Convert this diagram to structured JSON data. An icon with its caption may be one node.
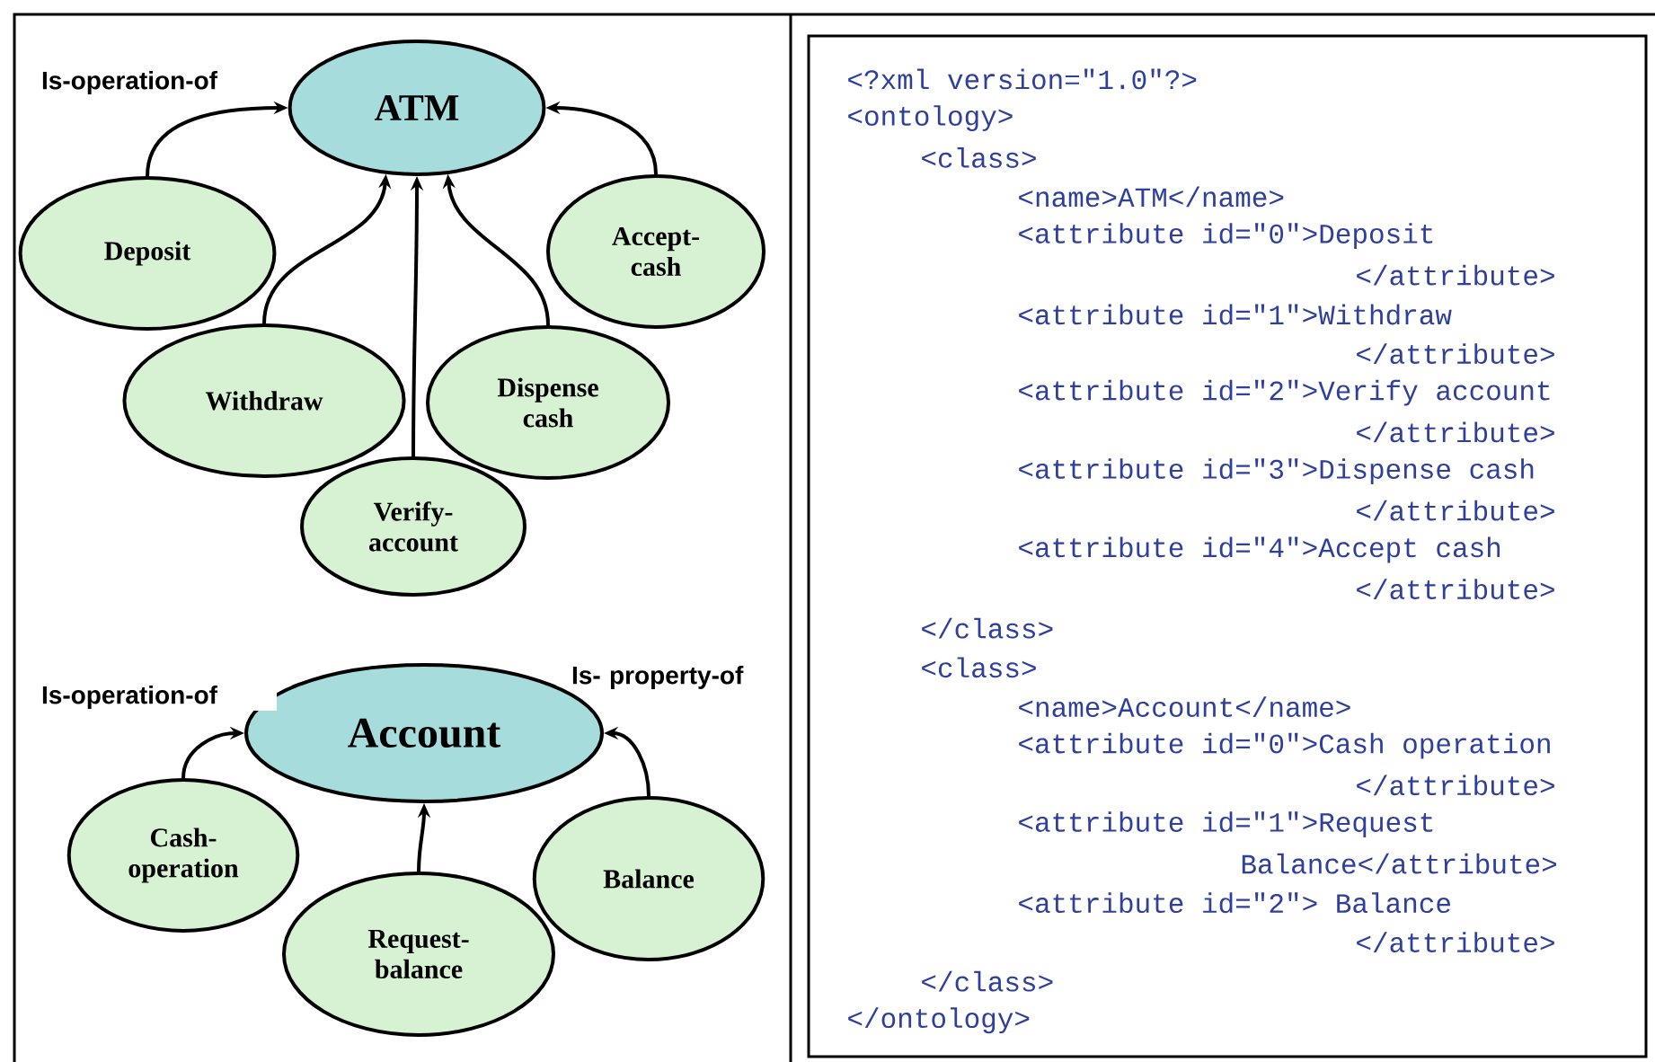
{
  "diagram": {
    "nodes": [
      {
        "text": [
          "ATM"
        ]
      },
      {
        "text": [
          "Deposit"
        ]
      },
      {
        "text": [
          "Accept- cash"
        ]
      },
      {
        "text": [
          "Withdraw"
        ]
      },
      {
        "text": [
          "Dispense cash"
        ]
      },
      {
        "text": [
          "Verify- account"
        ]
      },
      {
        "text": [
          "Account"
        ]
      },
      {
        "text": [
          "Cash- operation"
        ]
      },
      {
        "text": [
          "Balance"
        ]
      },
      {
        "text": [
          "Request- balance"
        ]
      },
      {
        "text": [
          "<?xml version=\"1.0\"?>",
          "<ontology>",
          "<class>",
          "<name>ATM</name>",
          "<attribute id=\"0\">Deposit",
          "</attribute>",
          "<attribute id=\"1\">Withdraw",
          "</attribute>",
          "<attribute id=\"2\">Verify account",
          "</attribute>",
          "<attribute id=\"3\">Dispense cash",
          "</attribute>",
          "<attribute id=\"4\">Accept cash",
          "</attribute>",
          "</class>",
          "<class>",
          "<name>Account</name>",
          "<attribute id=\"0\">Cash operation",
          "</attribute>",
          "<attribute id=\"1\">Request",
          "Balance</attribute>",
          "<attribute id=\"2\"> Balance",
          "</attribute>",
          "</class>",
          "</ontology>"
        ]
      }
    ],
    "edges": [
      {
        "from": 1,
        "to": 0,
        "arrow": "to",
        "label": "Is-operation-of"
      },
      {
        "from": 3,
        "to": 0,
        "arrow": "to"
      },
      {
        "from": 5,
        "to": 0,
        "arrow": "to"
      },
      {
        "from": 4,
        "to": 0,
        "arrow": "to"
      },
      {
        "from": 2,
        "to": 0,
        "arrow": "to"
      },
      {
        "from": 7,
        "to": 6,
        "arrow": "to",
        "label": "Is-operation-of"
      },
      {
        "from": 9,
        "to": 6,
        "arrow": "to"
      },
      {
        "from": 8,
        "to": 6,
        "arrow": "to",
        "label": "Is- property-of"
      }
    ]
  }
}
